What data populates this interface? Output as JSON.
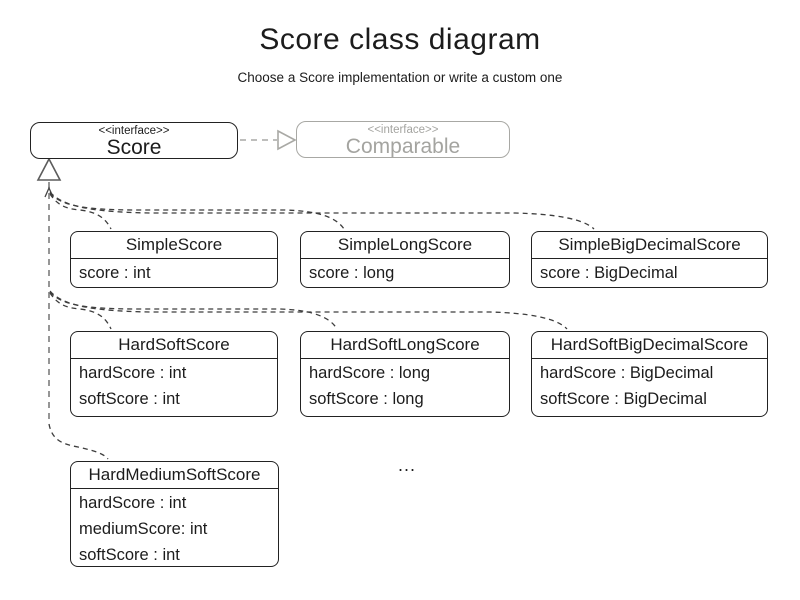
{
  "header": {
    "title": "Score class diagram",
    "subtitle": "Choose a Score implementation or write a custom one"
  },
  "interfaces": {
    "score": {
      "stereotype": "<<interface>>",
      "name": "Score"
    },
    "comparable": {
      "stereotype": "<<interface>>",
      "name": "Comparable"
    }
  },
  "classes": [
    {
      "name": "SimpleScore",
      "attributes": [
        "score : int"
      ]
    },
    {
      "name": "SimpleLongScore",
      "attributes": [
        "score : long"
      ]
    },
    {
      "name": "SimpleBigDecimalScore",
      "attributes": [
        "score : BigDecimal"
      ]
    },
    {
      "name": "HardSoftScore",
      "attributes": [
        "hardScore : int",
        "softScore : int"
      ]
    },
    {
      "name": "HardSoftLongScore",
      "attributes": [
        "hardScore : long",
        "softScore : long"
      ]
    },
    {
      "name": "HardSoftBigDecimalScore",
      "attributes": [
        "hardScore : BigDecimal",
        "softScore : BigDecimal"
      ]
    },
    {
      "name": "HardMediumSoftScore",
      "attributes": [
        "hardScore : int",
        "mediumScore: int",
        "softScore : int"
      ]
    }
  ],
  "ellipsis": "...",
  "relationships": [
    {
      "from": "Score",
      "to": "Comparable",
      "type": "realization"
    },
    {
      "from": "SimpleScore",
      "to": "Score",
      "type": "realization"
    },
    {
      "from": "SimpleLongScore",
      "to": "Score",
      "type": "realization"
    },
    {
      "from": "SimpleBigDecimalScore",
      "to": "Score",
      "type": "realization"
    },
    {
      "from": "HardSoftScore",
      "to": "Score",
      "type": "realization"
    },
    {
      "from": "HardSoftLongScore",
      "to": "Score",
      "type": "realization"
    },
    {
      "from": "HardSoftBigDecimalScore",
      "to": "Score",
      "type": "realization"
    },
    {
      "from": "HardMediumSoftScore",
      "to": "Score",
      "type": "realization"
    }
  ],
  "colors": {
    "background": "#ffffff",
    "box_border": "#222222",
    "text": "#1c1c1c",
    "muted_gray": "#a4a4a0",
    "branch_dash": "#3d3d3d",
    "trunk_dash": "#8a8a8a"
  }
}
